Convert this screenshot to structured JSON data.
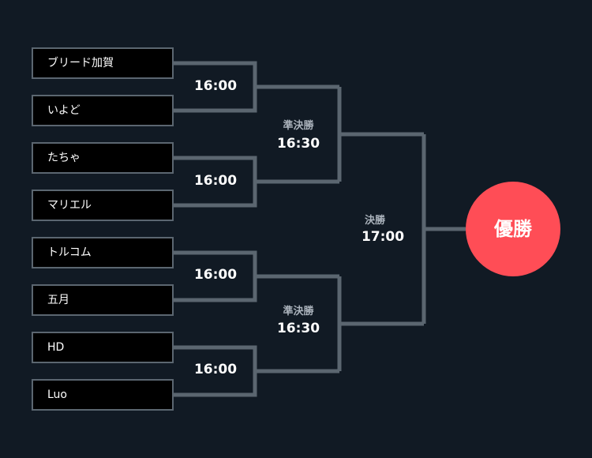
{
  "colors": {
    "background": "#111a24",
    "line": "#5b6670",
    "box_fill": "#000000",
    "text": "#ffffff",
    "round_text": "#aab2bb",
    "champion": "#ff4d56"
  },
  "teams": [
    "ブリード加賀",
    "いよど",
    "たちゃ",
    "マリエル",
    "トルコム",
    "五月",
    "HD",
    "Luo"
  ],
  "round1": [
    {
      "time": "16:00"
    },
    {
      "time": "16:00"
    },
    {
      "time": "16:00"
    },
    {
      "time": "16:00"
    }
  ],
  "semifinals": [
    {
      "label": "準決勝",
      "time": "16:30"
    },
    {
      "label": "準決勝",
      "time": "16:30"
    }
  ],
  "final": {
    "label": "決勝",
    "time": "17:00"
  },
  "champion": {
    "label": "優勝"
  }
}
